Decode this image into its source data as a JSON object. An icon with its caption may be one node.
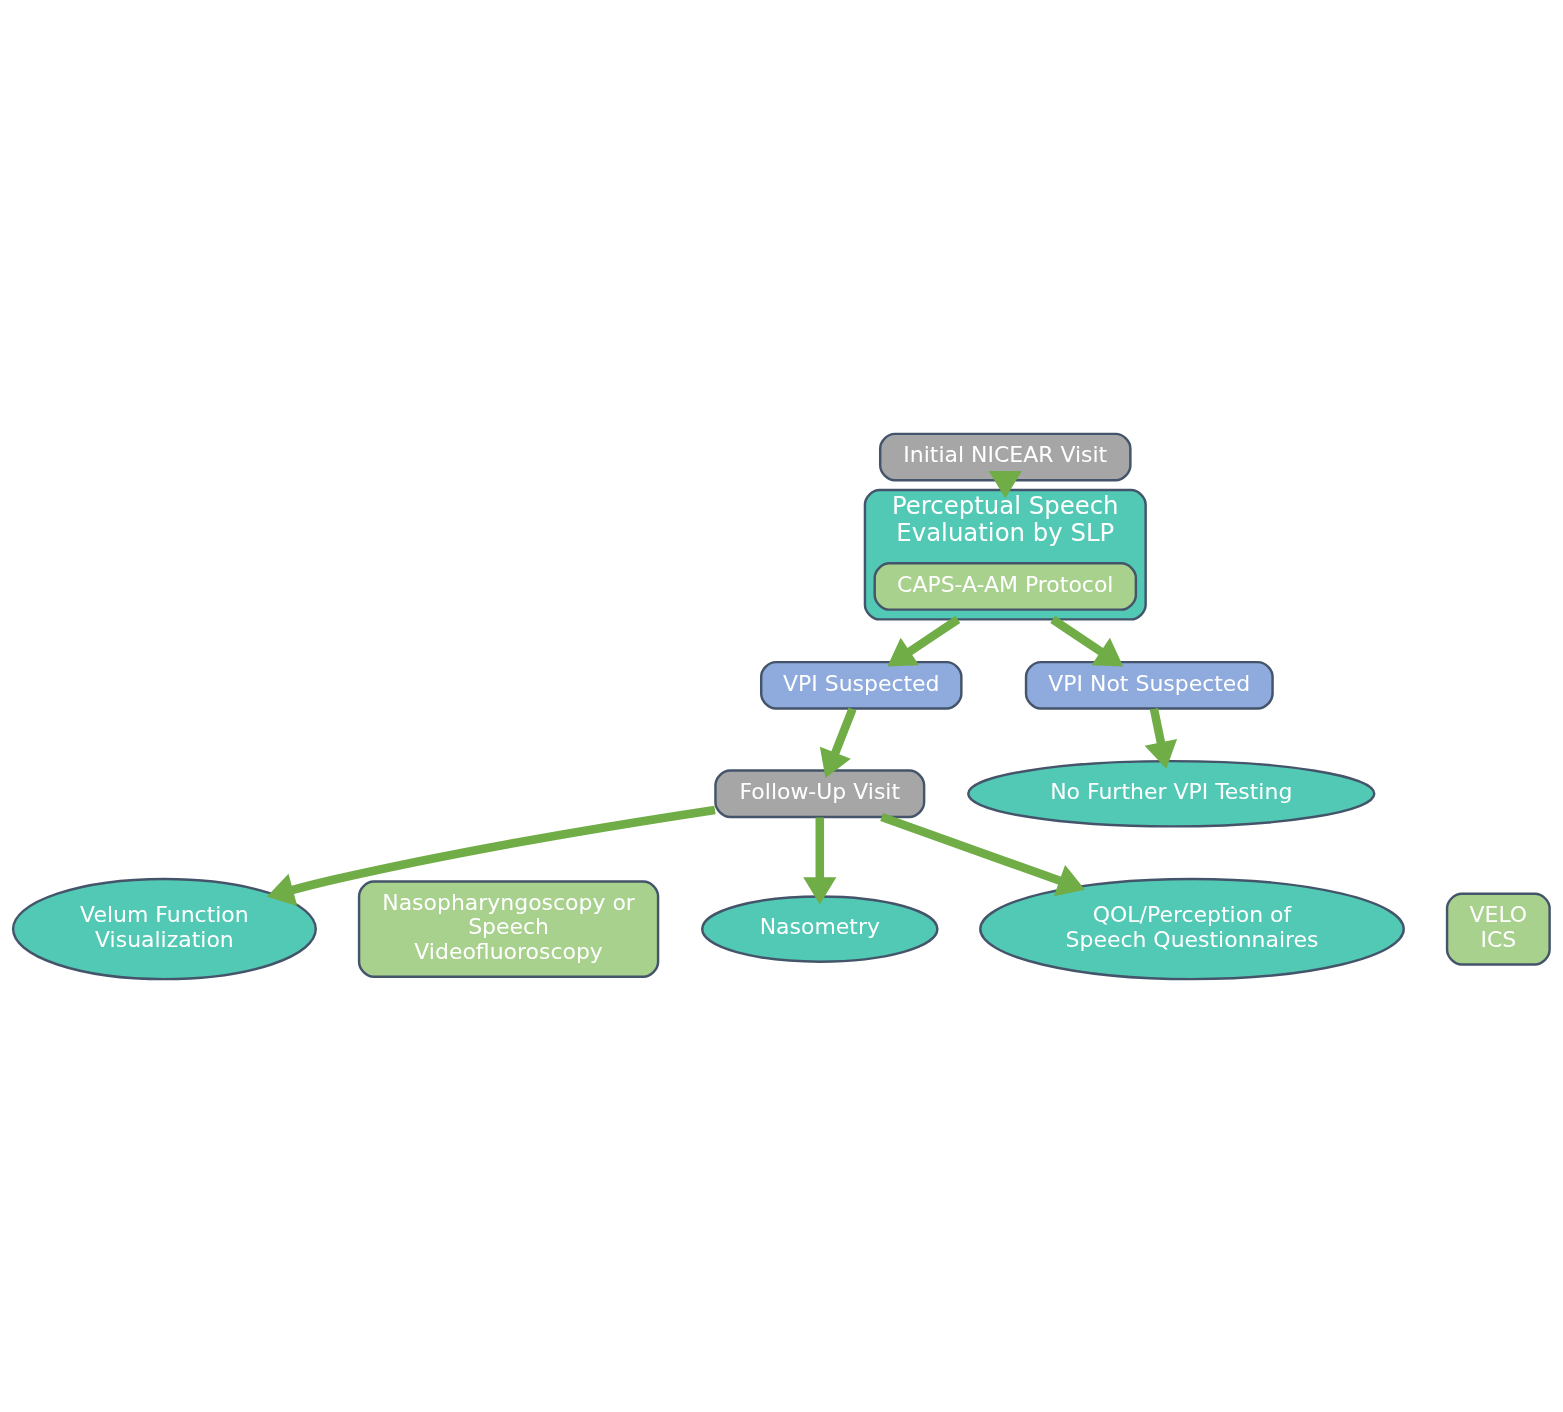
{
  "diagram": {
    "nodes": [
      {
        "text": [
          "Initial NICEAR Visit"
        ]
      },
      {
        "text": [
          "Perceptual Speech Evaluation by SLP"
        ]
      },
      {
        "text": [
          "CAPS-A-AM Protocol"
        ],
        "in": 1
      },
      {
        "text": [
          "VPI Suspected"
        ]
      },
      {
        "text": [
          "VPI Not Suspected"
        ]
      },
      {
        "text": [
          "Follow-Up Visit"
        ]
      },
      {
        "text": [
          "No Further VPI Testing"
        ]
      },
      {
        "text": [
          "Velum Function Visualization"
        ]
      },
      {
        "text": [
          "Nasopharyngoscopy or Speech Videofluoroscopy"
        ]
      },
      {
        "text": [
          "Nasometry"
        ]
      },
      {
        "text": [
          "QOL/Perception of Speech Questionnaires"
        ]
      },
      {
        "text": [
          "VELO",
          "ICS"
        ]
      }
    ],
    "edges": [
      {
        "from": 0,
        "to": 1,
        "arrow": "to"
      },
      {
        "from": 1,
        "to": 3,
        "arrow": "to"
      },
      {
        "from": 1,
        "to": 4,
        "arrow": "to"
      },
      {
        "from": 3,
        "to": 5,
        "arrow": "to"
      },
      {
        "from": 4,
        "to": 6,
        "arrow": "to"
      },
      {
        "from": 5,
        "to": 7,
        "arrow": "to"
      },
      {
        "from": 5,
        "to": 9,
        "arrow": "to"
      },
      {
        "from": 5,
        "to": 10,
        "arrow": "to"
      }
    ]
  }
}
